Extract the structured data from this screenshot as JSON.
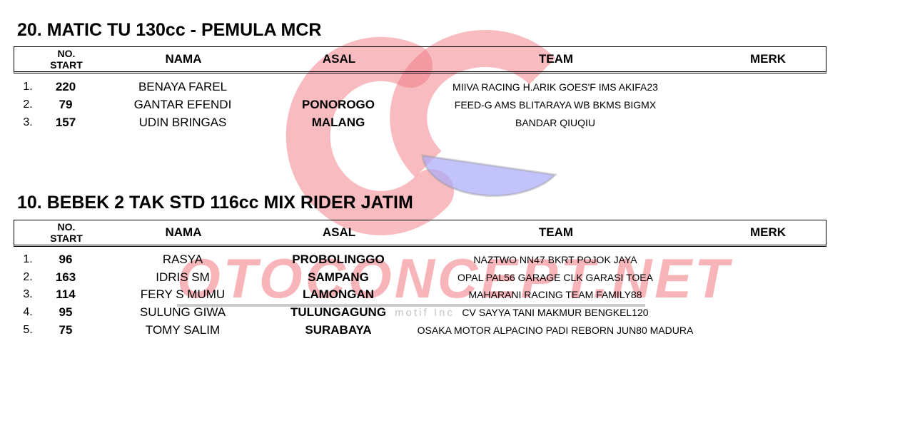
{
  "watermark": {
    "text": "OTOCONCEPT.NET",
    "subtext": "motif Inc",
    "colors": {
      "red": "#f08288",
      "blue": "#b8b8f8",
      "gray": "#999999"
    }
  },
  "headers": {
    "no_start_line1": "NO.",
    "no_start_line2": "START",
    "nama": "NAMA",
    "asal": "ASAL",
    "team": "TEAM",
    "merk": "MERK"
  },
  "sections": [
    {
      "title": "20. MATIC TU 130cc - PEMULA MCR",
      "rows": [
        {
          "rank": "1.",
          "no": "220",
          "nama": "BENAYA FAREL",
          "asal": "",
          "team": "MIIVA RACING H.ARIK GOES'F IMS AKIFA23",
          "merk": ""
        },
        {
          "rank": "2.",
          "no": "79",
          "nama": "GANTAR EFENDI",
          "asal": "PONOROGO",
          "team": "FEED-G AMS BLITARAYA WB BKMS BIGMX",
          "merk": ""
        },
        {
          "rank": "3.",
          "no": "157",
          "nama": "UDIN BRINGAS",
          "asal": "MALANG",
          "team": "BANDAR QIUQIU",
          "merk": ""
        }
      ]
    },
    {
      "title": "10. BEBEK 2 TAK STD 116cc MIX RIDER JATIM",
      "rows": [
        {
          "rank": "1.",
          "no": "96",
          "nama": "RASYA",
          "asal": "PROBOLINGGO",
          "team": "NAZTWO NN47 BKRT POJOK JAYA",
          "merk": ""
        },
        {
          "rank": "2.",
          "no": "163",
          "nama": "IDRIS SM",
          "asal": "SAMPANG",
          "team": "OPAL PAL56 GARAGE CLK GARASI TOEA",
          "merk": ""
        },
        {
          "rank": "3.",
          "no": "114",
          "nama": "FERY S MUMU",
          "asal": "LAMONGAN",
          "team": "MAHARANI RACING TEAM FAMILY88",
          "merk": ""
        },
        {
          "rank": "4.",
          "no": "95",
          "nama": "SULUNG GIWA",
          "asal": "TULUNGAGUNG",
          "team": "CV SAYYA TANI MAKMUR BENGKEL120",
          "merk": ""
        },
        {
          "rank": "5.",
          "no": "75",
          "nama": "TOMY SALIM",
          "asal": "SURABAYA",
          "team": "OSAKA MOTOR ALPACINO PADI REBORN JUN80 MADURA",
          "merk": ""
        }
      ]
    }
  ]
}
